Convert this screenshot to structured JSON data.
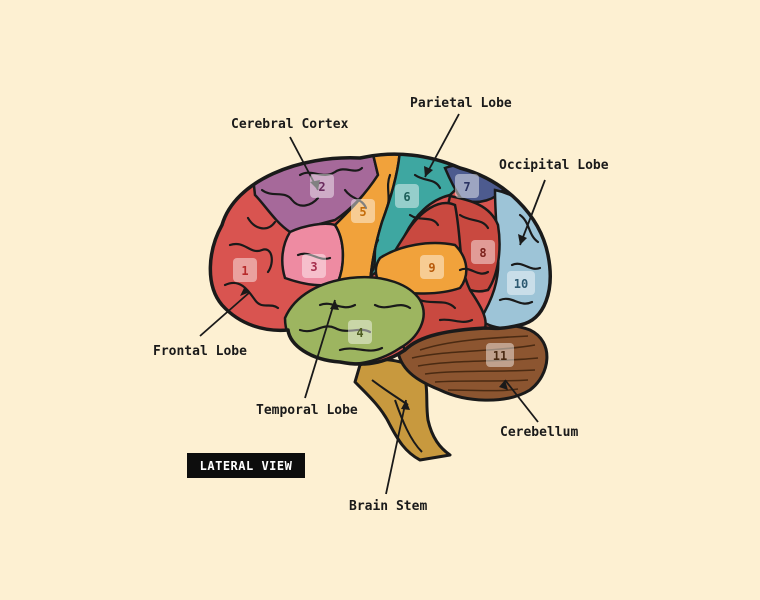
{
  "labels": {
    "cerebral_cortex": "Cerebral Cortex",
    "parietal_lobe": "Parietal Lobe",
    "occipital_lobe": "Occipital Lobe",
    "frontal_lobe": "Frontal Lobe",
    "temporal_lobe": "Temporal Lobe",
    "cerebellum": "Cerebellum",
    "brain_stem": "Brain Stem"
  },
  "view_badge": "LATERAL VIEW",
  "regions": {
    "r1": "1",
    "r2": "2",
    "r3": "3",
    "r4": "4",
    "r5": "5",
    "r6": "6",
    "r7": "7",
    "r8": "8",
    "r9": "9",
    "r10": "10",
    "r11": "11"
  },
  "colors": {
    "background": "#fdf0d2",
    "frontal": "#d95450",
    "pink": "#ee8ba2",
    "purple": "#a6699a",
    "orange": "#f1a23b",
    "teal": "#3ea7a1",
    "navy": "#4d5b8f",
    "red": "#c94940",
    "occipital": "#9dc4d7",
    "temporal": "#9db560",
    "cerebellum": "#8c5530",
    "stem": "#c8993e"
  }
}
